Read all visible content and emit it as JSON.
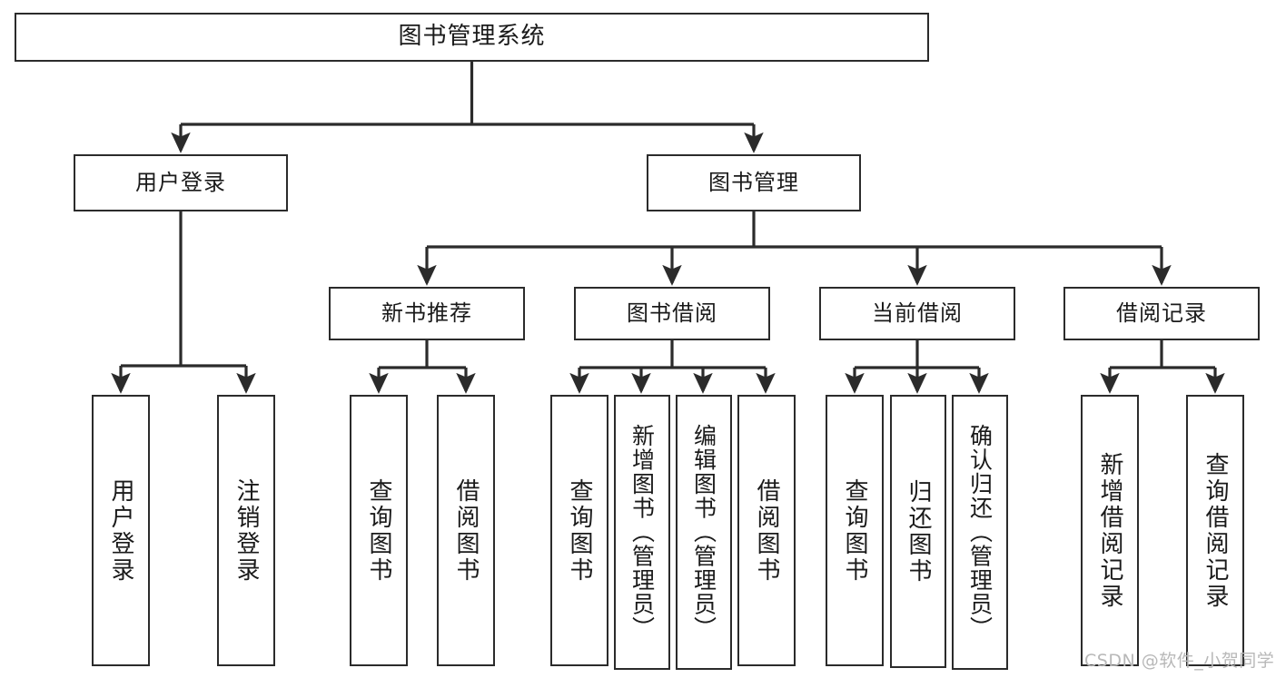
{
  "diagram": {
    "title": "图书管理系统",
    "type": "tree-hierarchy-chart",
    "stroke_color": "#2b2b2b",
    "fill_color": "#ffffff",
    "nodes": {
      "root": {
        "label": "图书管理系统"
      },
      "level2": [
        {
          "label": "用户登录"
        },
        {
          "label": "图书管理"
        }
      ],
      "level3": [
        {
          "label": "新书推荐"
        },
        {
          "label": "图书借阅"
        },
        {
          "label": "当前借阅"
        },
        {
          "label": "借阅记录"
        }
      ],
      "leaves_user_login": [
        {
          "label": "用户登录"
        },
        {
          "label": "注销登录"
        }
      ],
      "leaves_new_book": [
        {
          "label": "查询图书"
        },
        {
          "label": "借阅图书"
        }
      ],
      "leaves_borrow": [
        {
          "label": "查询图书"
        },
        {
          "label": "新增图书（管理员）"
        },
        {
          "label": "编辑图书（管理员）"
        },
        {
          "label": "借阅图书"
        }
      ],
      "leaves_current": [
        {
          "label": "查询图书"
        },
        {
          "label": "归还图书"
        },
        {
          "label": "确认归还（管理员）"
        }
      ],
      "leaves_records": [
        {
          "label": "新增借阅记录"
        },
        {
          "label": "查询借阅记录"
        }
      ]
    }
  },
  "watermark": {
    "text": "CSDN @软件_小贺同学"
  }
}
